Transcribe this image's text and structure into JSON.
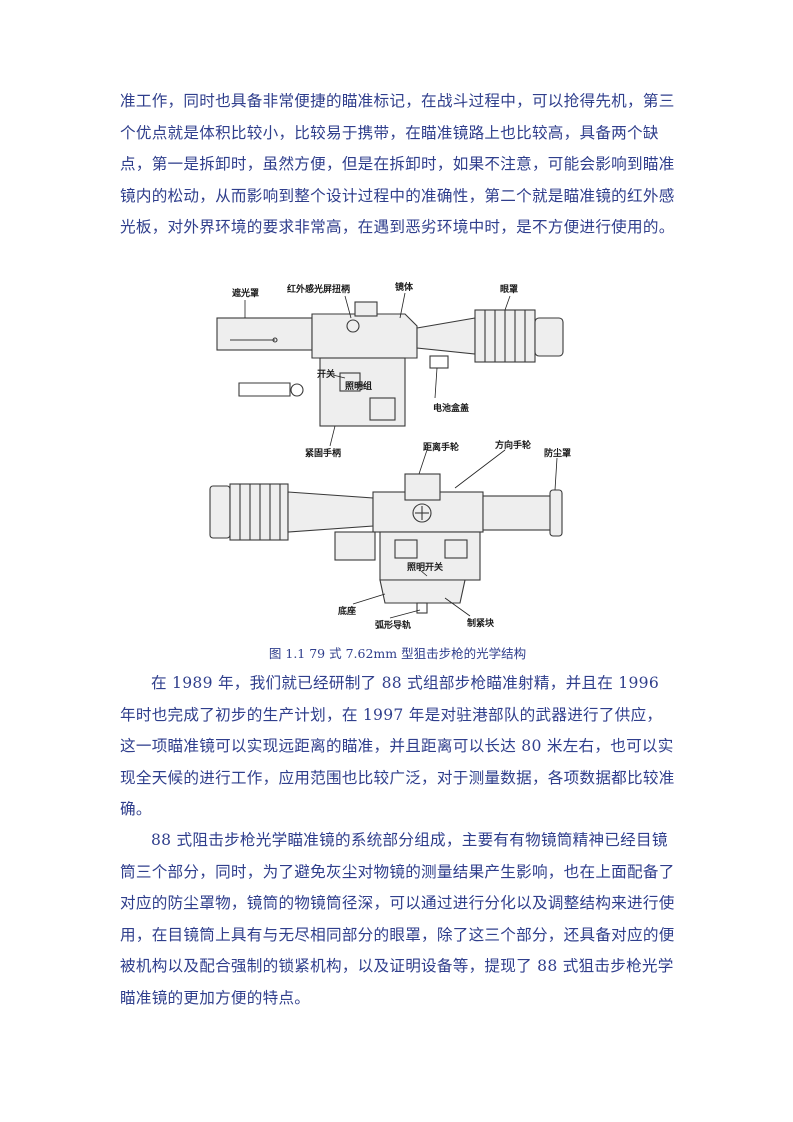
{
  "paragraphs": {
    "p1": "准工作，同时也具备非常便捷的瞄准标记，在战斗过程中，可以抢得先机，第三个优点就是体积比较小，比较易于携带，在瞄准镜路上也比较高，具备两个缺点，第一是拆卸时，虽然方便，但是在拆卸时，如果不注意，可能会影响到瞄准镜内的松动，从而影响到整个设计过程中的准确性，第二个就是瞄准镜的红外感光板，对外界环境的要求非常高，在遇到恶劣环境中时，是不方便进行使用的。",
    "p2": "在 1989 年，我们就已经研制了 88 式组部步枪瞄准射精，并且在 1996 年时也完成了初步的生产计划，在 1997 年是对驻港部队的武器进行了供应，这一项瞄准镜可以实现远距离的瞄准，并且距离可以长达 80 米左右，也可以实现全天候的进行工作，应用范围也比较广泛，对于测量数据，各项数据都比较准确。",
    "p3": "88 式阻击步枪光学瞄准镜的系统部分组成，主要有有物镜筒精神已经目镜筒三个部分，同时，为了避免灰尘对物镜的测量结果产生影响，也在上面配备了对应的防尘罩物，镜筒的物镜筒径深，可以通过进行分化以及调整结构来进行使用，在目镜筒上具有与无尽相同部分的眼罩，除了这三个部分，还具备对应的便被机构以及配合强制的锁紧机构，以及证明设备等，提现了 88 式狙击步枪光学瞄准镜的更加方便的特点。"
  },
  "figure": {
    "caption": "图 1.1 79 式 7.62mm 型狙击步枪的光学结构",
    "top_labels": {
      "shade": "遮光罩",
      "ir_knob": "红外感光屏扭柄",
      "body": "镜体",
      "eyecup": "眼罩",
      "switch": "开关",
      "lighting": "照明组",
      "battery_cover": "电池盒盖",
      "clamp_handle": "紧固手柄"
    },
    "bottom_labels": {
      "range_wheel": "距离手轮",
      "direction_wheel": "方向手轮",
      "dust_cover": "防尘罩",
      "light_switch": "照明开关",
      "base": "底座",
      "arc_guide": "弧形导轨",
      "brake_block": "制紧块"
    }
  }
}
